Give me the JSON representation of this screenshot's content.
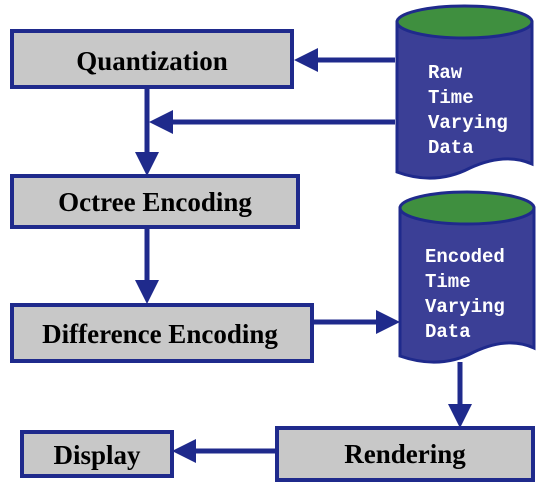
{
  "colors": {
    "box_fill": "#c8c8c8",
    "box_stroke": "#1f2a8c",
    "arrow": "#1f2a8c",
    "db_body": "#3b3f96",
    "db_top": "#3f8f3f",
    "box_text": "#000000",
    "db_text": "#ffffff"
  },
  "boxes": {
    "quantization": "Quantization",
    "octree": "Octree Encoding",
    "difference": "Difference Encoding",
    "rendering": "Rendering",
    "display": "Display"
  },
  "databases": {
    "raw": [
      "Raw",
      "Time",
      "Varying",
      "Data"
    ],
    "encoded": [
      "Encoded",
      "Time",
      "Varying",
      "Data"
    ]
  }
}
